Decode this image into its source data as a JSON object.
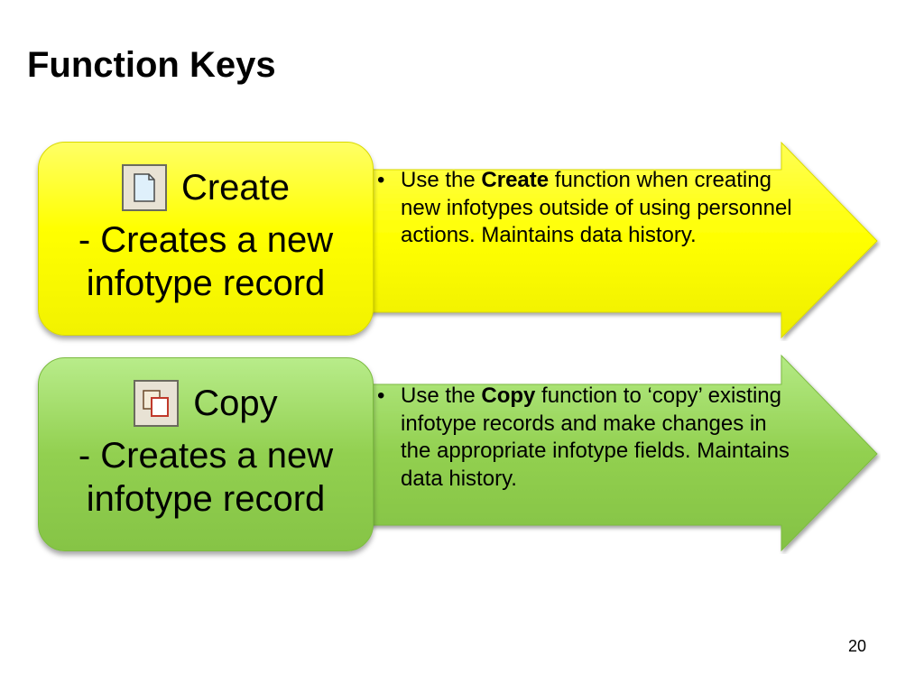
{
  "slide": {
    "title": "Function Keys",
    "page_number": "20"
  },
  "items": [
    {
      "icon": "create-document-icon",
      "name": "Create",
      "desc_line1": "- Creates a new",
      "desc_line2": "infotype record",
      "bullet_pre": "Use the ",
      "bullet_bold": "Create",
      "bullet_post": " function when creating new infotypes outside of using personnel actions. Maintains data history.",
      "color": "#ffff00"
    },
    {
      "icon": "copy-document-icon",
      "name": "Copy",
      "desc_line1": "- Creates a new",
      "desc_line2": "infotype record",
      "bullet_pre": "Use the ",
      "bullet_bold": "Copy",
      "bullet_post": " function to ‘copy’ existing infotype records and make changes in the appropriate infotype fields.  Maintains data history.",
      "color": "#92d050"
    }
  ]
}
